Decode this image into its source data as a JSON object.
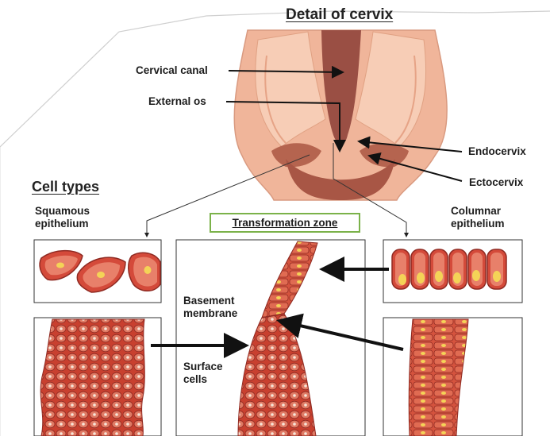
{
  "title": "Detail of cervix",
  "section_heading": "Cell types",
  "labels": {
    "cervical_canal": "Cervical canal",
    "external_os": "External os",
    "endocervix": "Endocervix",
    "ectocervix": "Ectocervix",
    "squamous_line1": "Squamous",
    "squamous_line2": "epithelium",
    "columnar_line1": "Columnar",
    "columnar_line2": "epithelium",
    "transformation_zone": "Transformation zone",
    "basement_line1": "Basement",
    "basement_line2": "membrane",
    "surface_line1": "Surface",
    "surface_line2": "cells"
  },
  "colors": {
    "tissue_pink": "#f0b59a",
    "tissue_dark": "#8a4a3e",
    "canal": "#9a4f44",
    "cell_fill": "#d44a3a",
    "cell_outline": "#8f2a22",
    "nucleus": "#f4d357",
    "tz_border": "#7bb24a"
  }
}
